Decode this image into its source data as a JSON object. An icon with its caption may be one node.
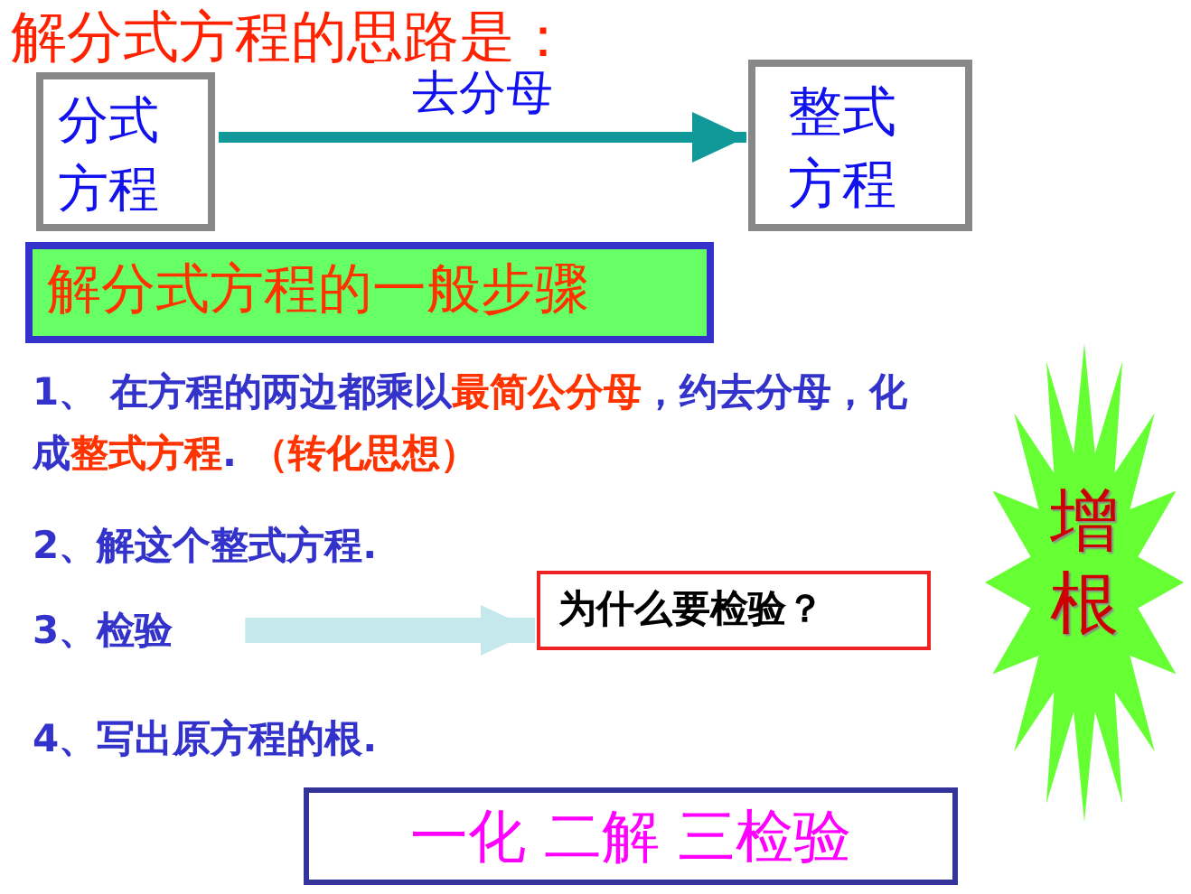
{
  "diagram": {
    "title": "解分式方程的思路是：",
    "nodes": [
      {
        "text": [
          "分式方程"
        ]
      },
      {
        "text": [
          "整式方程"
        ]
      },
      {
        "text": [
          "解分式方程的一般步骤"
        ]
      },
      {
        "text": [
          "3、检验"
        ]
      },
      {
        "text": [
          "为什么要检验？"
        ]
      },
      {
        "text": [
          "增根"
        ]
      },
      {
        "text": [
          "一化 二解 三检验"
        ]
      }
    ],
    "edges": [
      {
        "from": 0,
        "to": 1,
        "arrow": "to",
        "label": "去分母"
      },
      {
        "from": 3,
        "to": 4,
        "arrow": "to",
        "style": "thick",
        "color": "#c5e8ec"
      }
    ],
    "labels": [
      "1、 在方程的两边都乘以**最简公分母**，约去分母，化成**整式方程**. **（转化思想）**",
      "2、解这个整式方程.",
      "4、写出原方程的根."
    ]
  }
}
